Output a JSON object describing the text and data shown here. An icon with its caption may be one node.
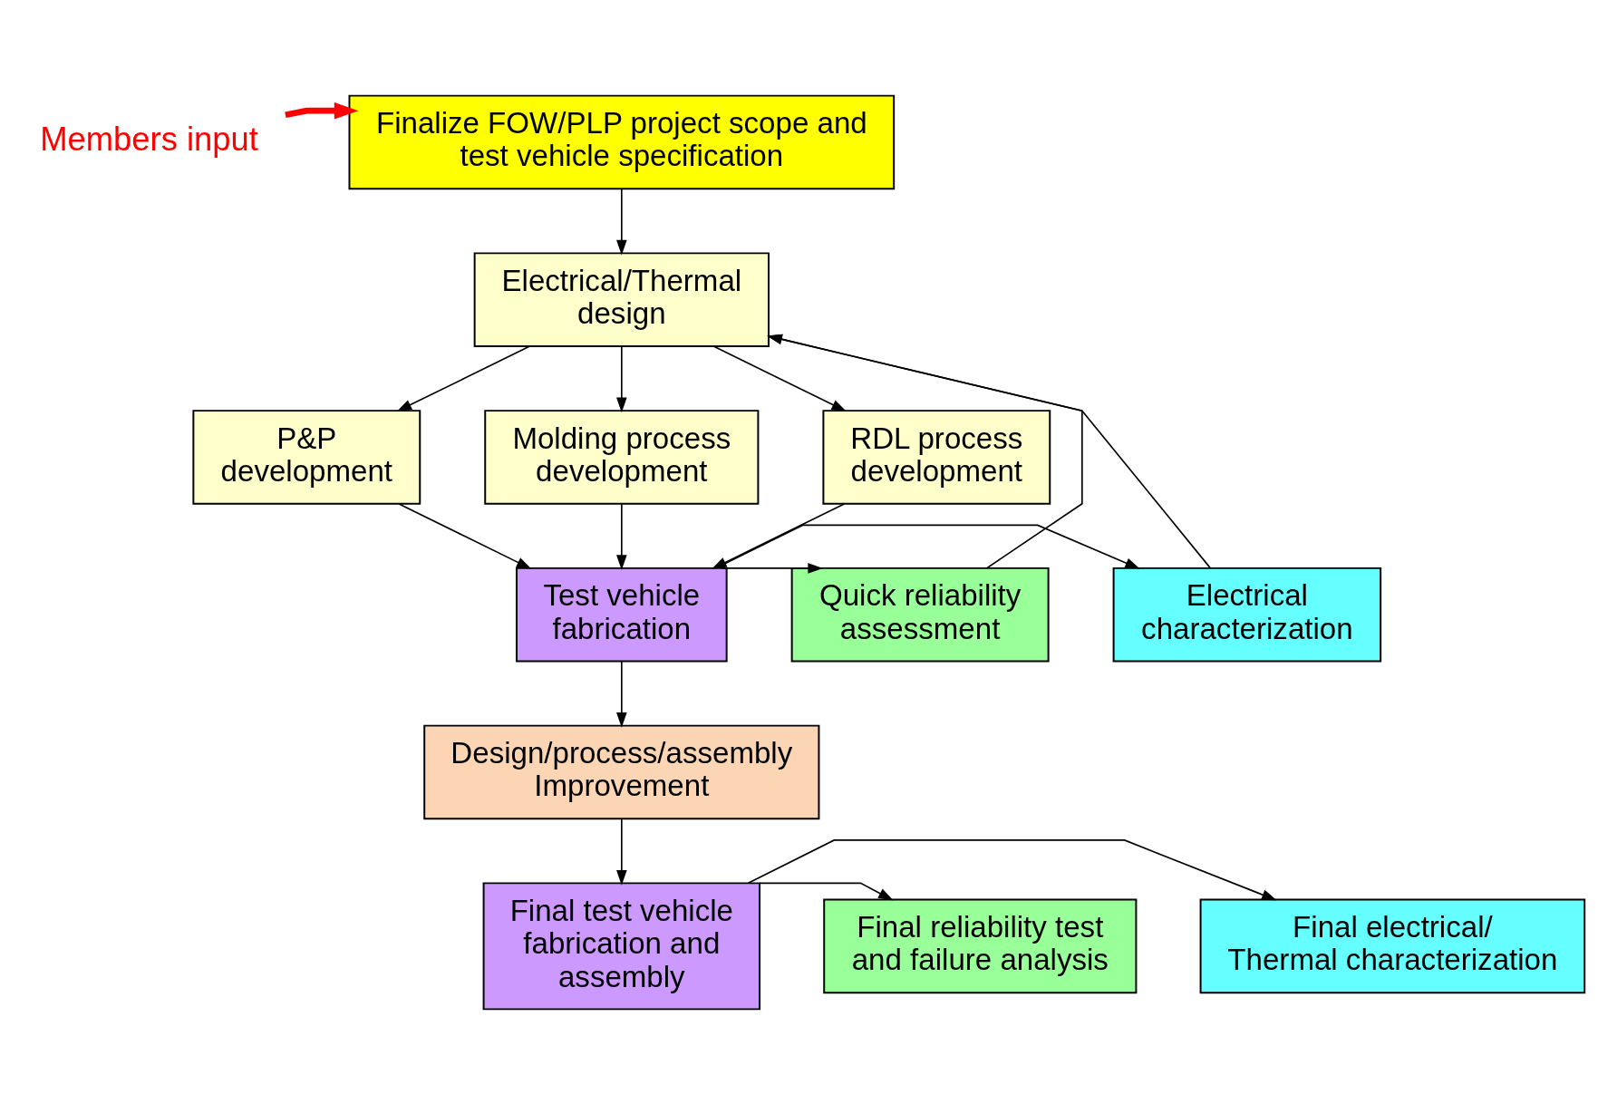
{
  "diagram": {
    "nodes": [
      {
        "text": [
          "Members input"
        ]
      },
      {
        "text": [
          "Finalize FOW/PLP project scope and test vehicle specification"
        ]
      },
      {
        "text": [
          "Electrical/Thermal design"
        ]
      },
      {
        "text": [
          "P&P development"
        ]
      },
      {
        "text": [
          "Molding process development"
        ]
      },
      {
        "text": [
          "RDL process development"
        ]
      },
      {
        "text": [
          "Electrical characterization"
        ]
      },
      {
        "text": [
          "Test vehicle fabrication"
        ]
      },
      {
        "text": [
          "Quick reliability assessment"
        ]
      },
      {
        "text": [
          "Design/process/assembly Improvement"
        ]
      },
      {
        "text": [
          "Final electrical/ Thermal characterization"
        ]
      },
      {
        "text": [
          "Final test vehicle fabrication and assembly"
        ]
      },
      {
        "text": [
          "Final reliability test and failure analysis"
        ]
      }
    ],
    "edges": [
      {
        "from": 0,
        "to": 1,
        "arrow": "to",
        "style": "thick",
        "color": "#ff0000"
      },
      {
        "from": 1,
        "to": 2,
        "arrow": "to"
      },
      {
        "from": 2,
        "to": 3,
        "arrow": "to"
      },
      {
        "from": 2,
        "to": 4,
        "arrow": "to"
      },
      {
        "from": 2,
        "to": 5,
        "arrow": "to"
      },
      {
        "from": 3,
        "to": 7,
        "arrow": "to"
      },
      {
        "from": 4,
        "to": 7,
        "arrow": "to"
      },
      {
        "from": 5,
        "to": 7,
        "arrow": "to"
      },
      {
        "from": 7,
        "to": 6,
        "arrow": "to"
      },
      {
        "from": 7,
        "to": 8,
        "arrow": "to"
      },
      {
        "from": 6,
        "to": 2,
        "arrow": "to"
      },
      {
        "from": 8,
        "to": 2,
        "arrow": "to"
      },
      {
        "from": 7,
        "to": 9,
        "arrow": "to"
      },
      {
        "from": 9,
        "to": 11,
        "arrow": "to"
      },
      {
        "from": 11,
        "to": 10,
        "arrow": "to"
      },
      {
        "from": 11,
        "to": 12,
        "arrow": "to"
      }
    ]
  }
}
